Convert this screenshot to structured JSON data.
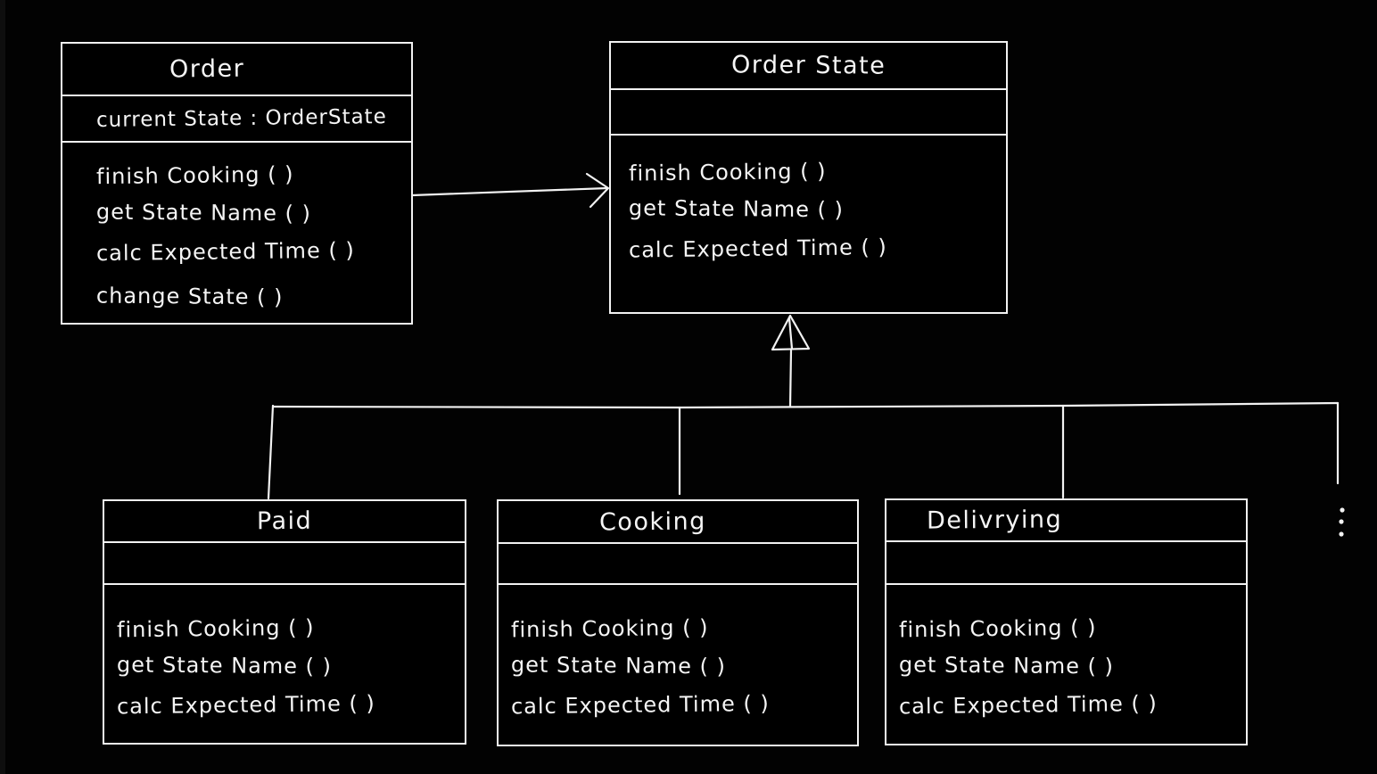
{
  "canvas": {
    "background": "#000000",
    "stroke_color": "#f2f2f2",
    "text_color": "#f5f5f5"
  },
  "classes": {
    "order": {
      "name": "Order",
      "attributes": [
        "current State : OrderState"
      ],
      "methods": [
        "finish Cooking ( )",
        "get State Name ( )",
        "calc Expected Time ( )",
        "change State ( )"
      ]
    },
    "order_state": {
      "name": "Order State",
      "attributes": [],
      "methods": [
        "finish Cooking ( )",
        "get State Name ( )",
        "calc Expected Time ( )"
      ]
    },
    "paid": {
      "name": "Paid",
      "attributes": [],
      "methods": [
        "finish Cooking ( )",
        "get State Name ( )",
        "calc Expected Time ( )"
      ]
    },
    "cooking": {
      "name": "Cooking",
      "attributes": [],
      "methods": [
        "finish Cooking ( )",
        "get State Name ( )",
        "calc Expected Time ( )"
      ]
    },
    "delivrying": {
      "name": "Delivrying",
      "attributes": [],
      "methods": [
        "finish Cooking ( )",
        "get State Name ( )",
        "calc Expected Time ( )"
      ]
    }
  },
  "relations": [
    {
      "type": "association-arrow",
      "from": "Order",
      "to": "Order State"
    },
    {
      "type": "inheritance",
      "parent": "Order State",
      "children": [
        "Paid",
        "Cooking",
        "Delivrying",
        "…"
      ]
    }
  ],
  "icons": {
    "more_states_ellipsis": "⋮"
  }
}
